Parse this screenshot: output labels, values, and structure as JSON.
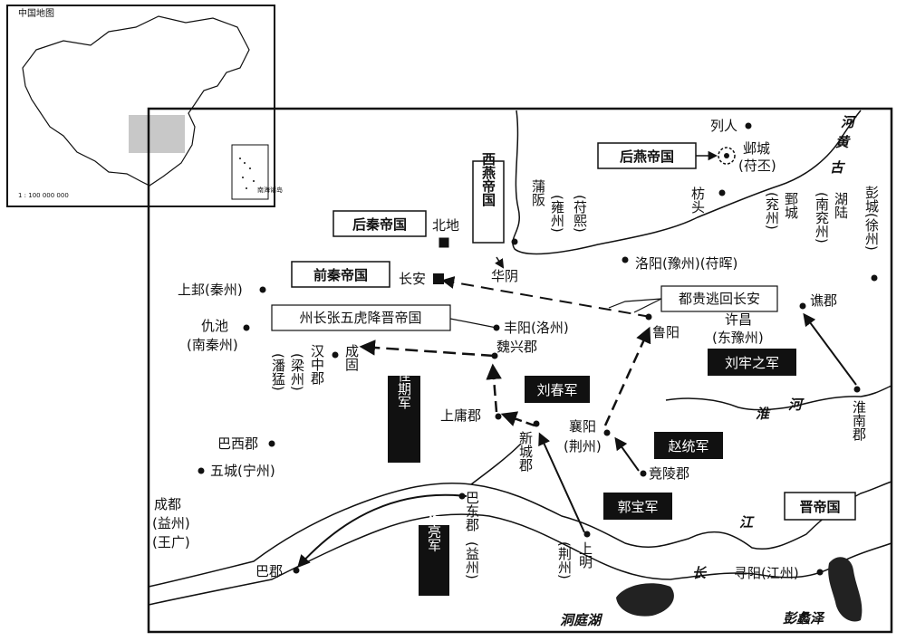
{
  "inset": {
    "title": "中国地图",
    "scale": "1 : 100 000 000",
    "sea_islands_label": "南海诸岛"
  },
  "states": {
    "later_yan": "后燕帝国",
    "later_qin": "后秦帝国",
    "former_qin": "前秦帝国",
    "jin": "晋帝国",
    "western_yan": "西燕帝国"
  },
  "banners": {
    "zhang_surrender": "州长张五虎降晋帝国",
    "du_gui_flee": "都贵逃回长安"
  },
  "armies": {
    "liu_chun": "刘春军",
    "zhao_tong": "赵统军",
    "guo_bao": "郭宝军",
    "liu_lao": "刘牢之军",
    "yang_quan_qi": "杨佺期军",
    "yang_liang": "杨亮军"
  },
  "places": {
    "lieren": "列人",
    "yecheng": "邺城",
    "yecheng_note": "(苻丕)",
    "fangtou": "枋头",
    "juancheng": "鄄城",
    "juancheng_note": "(兖州)",
    "hulu": "湖陆",
    "hulu_note": "(南兖州)",
    "pengcheng": "彭城(徐州)",
    "puban": "蒲阪",
    "puban_note": "(雍州)",
    "puban_person": "(苻熙)",
    "beidi": "北地",
    "huayin": "华阴",
    "changan": "长安",
    "luoyang": "洛阳(豫州)(苻晖)",
    "shanggui": "上邽(秦州)",
    "fengyang": "丰阳(洛州)",
    "chouchi": "仇池",
    "chouchi_note": "(南秦州)",
    "weixing": "魏兴郡",
    "luyang": "鲁阳",
    "xuchang": "许昌",
    "xuchang_note": "(东豫州)",
    "qiaojun": "谯郡",
    "chenggu": "成固",
    "hanzhong": "汉中郡",
    "hanzhong_note": "(梁州)",
    "hanzhong_person": "(潘猛)",
    "shangyong": "上庸郡",
    "xincheng": "新城郡",
    "xiangyang": "襄阳",
    "xiangyang_note": "(荆州)",
    "jingling": "竟陵郡",
    "huainan": "淮南郡",
    "baxi": "巴西郡",
    "wucheng": "五城(宁州)",
    "chengdu": "成都",
    "chengdu_note": "(益州)",
    "chengdu_person": "(王广)",
    "badong": "巴东郡",
    "badong_note": "(益州)",
    "shangming": "上明",
    "shangming_note": "(荆州)",
    "bajun": "巴郡",
    "xunyang": "寻阳(江州)"
  },
  "water": {
    "huanghe_1": "河",
    "huanghe_2": "黄",
    "huanghe_3": "古",
    "huai_1": "淮",
    "huai_2": "河",
    "jiang_1": "长",
    "jiang_2": "江",
    "dongting": "洞庭湖",
    "pengli": "彭蠡泽"
  }
}
